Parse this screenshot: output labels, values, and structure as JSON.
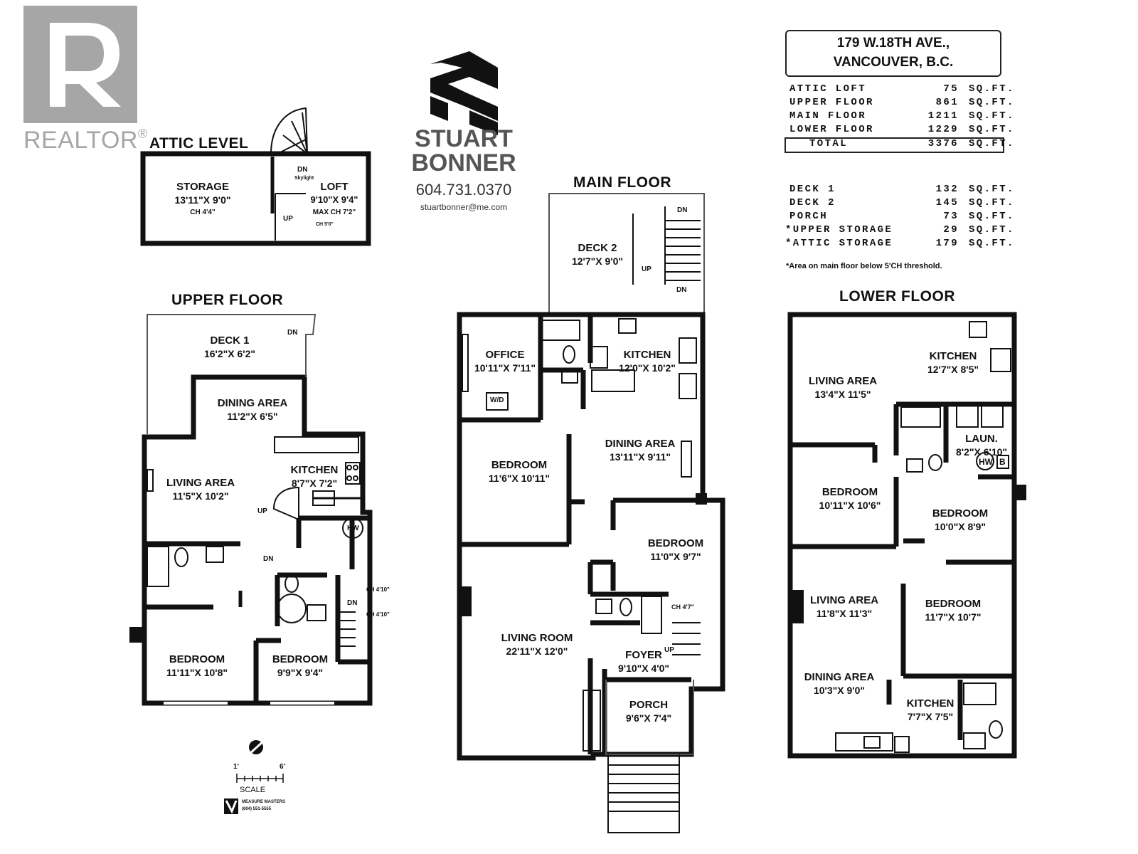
{
  "brand": {
    "realtor": "REALTOR",
    "realtor_mark": "®",
    "company_line1": "STUART",
    "company_line2": "BONNER",
    "phone": "604.731.0370",
    "email": "stuartbonner@me.com"
  },
  "address": {
    "line1": "179 W.18TH AVE.,",
    "line2": "VANCOUVER, B.C."
  },
  "areas": [
    {
      "name": "ATTIC LOFT",
      "value": "75",
      "unit": "SQ.FT."
    },
    {
      "name": "UPPER FLOOR",
      "value": "861",
      "unit": "SQ.FT."
    },
    {
      "name": "MAIN FLOOR",
      "value": "1211",
      "unit": "SQ.FT."
    },
    {
      "name": "LOWER FLOOR",
      "value": "1229",
      "unit": "SQ.FT."
    },
    {
      "name": "TOTAL",
      "value": "3376",
      "unit": "SQ.FT."
    }
  ],
  "extras": [
    {
      "name": "DECK 1",
      "value": "132",
      "unit": "SQ.FT."
    },
    {
      "name": "DECK 2",
      "value": "145",
      "unit": "SQ.FT."
    },
    {
      "name": "PORCH",
      "value": "73",
      "unit": "SQ.FT."
    },
    {
      "name": "*UPPER STORAGE",
      "value": "29",
      "unit": "SQ.FT."
    },
    {
      "name": "*ATTIC STORAGE",
      "value": "179",
      "unit": "SQ.FT."
    }
  ],
  "footnote": "*Area on main floor below 5'CH threshold.",
  "floors": {
    "attic": "ATTIC LEVEL",
    "upper": "UPPER FLOOR",
    "main": "MAIN FLOOR",
    "lower": "LOWER FLOOR"
  },
  "attic_rooms": {
    "storage": {
      "name": "STORAGE",
      "dim": "13'11\"X 9'0\"",
      "ch": "CH 4'4\""
    },
    "loft": {
      "name": "LOFT",
      "dim": "9'10\"X 9'4\"",
      "ch": "MAX CH 7'2\""
    },
    "dn": "DN",
    "skylight": "Skylight",
    "up": "UP",
    "ch_note": "CH 5'0\""
  },
  "upper_rooms": {
    "deck1": {
      "name": "DECK 1",
      "dim": "16'2\"X 6'2\""
    },
    "dining": {
      "name": "DINING AREA",
      "dim": "11'2\"X 6'5\""
    },
    "living": {
      "name": "LIVING AREA",
      "dim": "11'5\"X 10'2\""
    },
    "kitchen": {
      "name": "KITCHEN",
      "dim": "8'7\"X 7'2\""
    },
    "bed1": {
      "name": "BEDROOM",
      "dim": "11'11\"X 10'8\""
    },
    "bed2": {
      "name": "BEDROOM",
      "dim": "9'9\"X 9'4\""
    },
    "dn": "DN",
    "up": "UP",
    "hw": "HW",
    "ch1": "CH 4'10\"",
    "ch2": "CH 4'10\""
  },
  "main_rooms": {
    "deck2": {
      "name": "DECK 2",
      "dim": "12'7\"X 9'0\""
    },
    "office": {
      "name": "OFFICE",
      "dim": "10'11\"X 7'11\""
    },
    "kitchen": {
      "name": "KITCHEN",
      "dim": "12'0\"X 10'2\""
    },
    "bedroom1": {
      "name": "BEDROOM",
      "dim": "11'6\"X 10'11\""
    },
    "dining": {
      "name": "DINING AREA",
      "dim": "13'11\"X 9'11\""
    },
    "bedroom2": {
      "name": "BEDROOM",
      "dim": "11'0\"X 9'7\""
    },
    "living": {
      "name": "LIVING ROOM",
      "dim": "22'11\"X 12'0\""
    },
    "foyer": {
      "name": "FOYER",
      "dim": "9'10\"X 4'0\""
    },
    "porch": {
      "name": "PORCH",
      "dim": "9'6\"X 7'4\""
    },
    "wd": "W/D",
    "ch": "CH 4'7\"",
    "dn": "DN",
    "up": "UP"
  },
  "lower_rooms": {
    "living1": {
      "name": "LIVING AREA",
      "dim": "13'4\"X 11'5\""
    },
    "kitchen1": {
      "name": "KITCHEN",
      "dim": "12'7\"X 8'5\""
    },
    "laundry": {
      "name": "LAUN.",
      "dim": "8'2\"X 6'10\""
    },
    "bed1": {
      "name": "BEDROOM",
      "dim": "10'11\"X 10'6\""
    },
    "bed2": {
      "name": "BEDROOM",
      "dim": "10'0\"X 8'9\""
    },
    "living2": {
      "name": "LIVING AREA",
      "dim": "11'8\"X 11'3\""
    },
    "bed3": {
      "name": "BEDROOM",
      "dim": "11'7\"X 10'7\""
    },
    "dining": {
      "name": "DINING AREA",
      "dim": "10'3\"X 9'0\""
    },
    "kitchen2": {
      "name": "KITCHEN",
      "dim": "7'7\"X 7'5\""
    },
    "hw": "HW",
    "b": "B"
  },
  "scale": {
    "left": "1'",
    "right": "6'",
    "label": "SCALE",
    "maker": "MEASURE MASTERS",
    "maker_phone": "(604) 551-5555"
  },
  "colors": {
    "wall": "#111111",
    "logo_grey": "#a6a6a6"
  }
}
